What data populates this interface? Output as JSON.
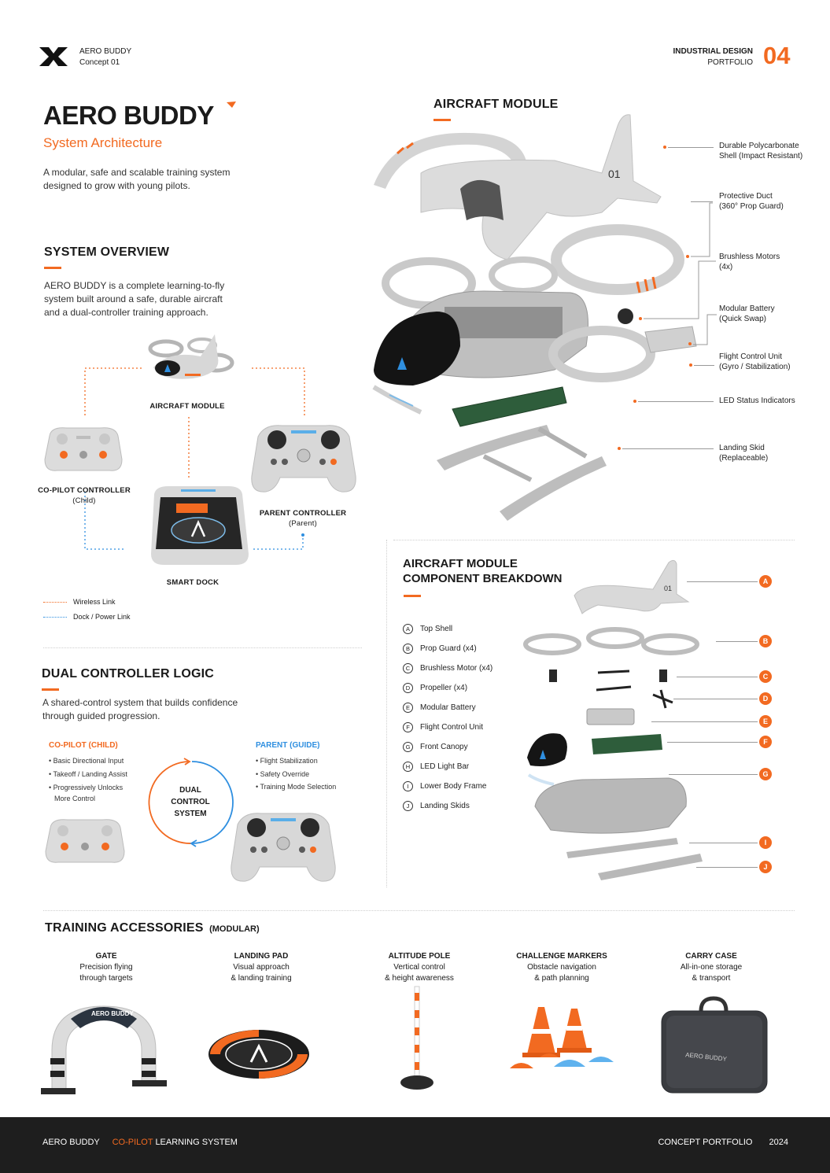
{
  "header": {
    "brand_line1": "AERO BUDDY",
    "brand_line2": "Concept 01",
    "portfolio_line1": "INDUSTRIAL DESIGN",
    "portfolio_line2": "PORTFOLIO",
    "page_number": "04"
  },
  "hero": {
    "title": "AERO BUDDY",
    "subtitle": "System Architecture",
    "description": "A modular, safe and scalable training system designed to grow with young pilots."
  },
  "system_overview": {
    "heading": "SYSTEM OVERVIEW",
    "description": "AERO BUDDY is a complete learning-to-fly system built around a safe, durable aircraft and a dual-controller training approach.",
    "aircraft_label": "AIRCRAFT MODULE",
    "copilot_label_1": "CO-PILOT CONTROLLER",
    "copilot_label_2": "(Child)",
    "parent_label_1": "PARENT CONTROLLER",
    "parent_label_2": "(Parent)",
    "dock_label": "SMART DOCK",
    "legend_wireless": "Wireless Link",
    "legend_dock": "Dock / Power Link"
  },
  "aircraft_module": {
    "heading": "AIRCRAFT MODULE",
    "tail_number": "01",
    "annotations": [
      {
        "line1": "Durable Polycarbonate",
        "line2": "Shell (Impact Resistant)"
      },
      {
        "line1": "Protective Duct",
        "line2": "(360° Prop Guard)"
      },
      {
        "line1": "Brushless Motors",
        "line2": "(4x)"
      },
      {
        "line1": "Modular Battery",
        "line2": "(Quick Swap)"
      },
      {
        "line1": "Flight Control Unit",
        "line2": "(Gyro / Stabilization)"
      },
      {
        "line1": "LED Status Indicators",
        "line2": ""
      },
      {
        "line1": "Landing Skid",
        "line2": "(Replaceable)"
      }
    ]
  },
  "dual_controller": {
    "heading": "DUAL CONTROLLER LOGIC",
    "description": "A shared-control system that builds confidence through guided progression.",
    "child_heading": "CO-PILOT (CHILD)",
    "child_bullets": [
      "Basic Directional Input",
      "Takeoff / Landing Assist",
      "Progressively Unlocks",
      "More Control"
    ],
    "parent_heading": "PARENT (GUIDE)",
    "parent_bullets": [
      "Flight Stabilization",
      "Safety Override",
      "Training Mode Selection"
    ],
    "center_1": "DUAL",
    "center_2": "CONTROL",
    "center_3": "SYSTEM"
  },
  "breakdown": {
    "heading_1": "AIRCRAFT MODULE",
    "heading_2": "COMPONENT BREAKDOWN",
    "items": [
      {
        "letter": "A",
        "name": "Top Shell"
      },
      {
        "letter": "B",
        "name": "Prop Guard (x4)"
      },
      {
        "letter": "C",
        "name": "Brushless Motor (x4)"
      },
      {
        "letter": "D",
        "name": "Propeller (x4)"
      },
      {
        "letter": "E",
        "name": "Modular Battery"
      },
      {
        "letter": "F",
        "name": "Flight Control Unit"
      },
      {
        "letter": "G",
        "name": "Front Canopy"
      },
      {
        "letter": "H",
        "name": "LED Light Bar"
      },
      {
        "letter": "I",
        "name": "Lower Body Frame"
      },
      {
        "letter": "J",
        "name": "Landing Skids"
      }
    ],
    "badges": [
      "A",
      "B",
      "C",
      "D",
      "E",
      "F",
      "G",
      "I",
      "J"
    ]
  },
  "accessories": {
    "heading": "TRAINING ACCESSORIES",
    "heading_suffix": "(MODULAR)",
    "items": [
      {
        "title": "GATE",
        "line1": "Precision flying",
        "line2": "through targets"
      },
      {
        "title": "LANDING PAD",
        "line1": "Visual approach",
        "line2": "& landing training"
      },
      {
        "title": "ALTITUDE POLE",
        "line1": "Vertical control",
        "line2": "& height awareness"
      },
      {
        "title": "CHALLENGE MARKERS",
        "line1": "Obstacle navigation",
        "line2": "& path planning"
      },
      {
        "title": "CARRY CASE",
        "line1": "All-in-one storage",
        "line2": "& transport"
      }
    ],
    "gate_print": "AERO BUDDY",
    "case_print": "AERO BUDDY"
  },
  "footer": {
    "brand": "AERO BUDDY",
    "highlight": "CO-PILOT",
    "rest": "LEARNING SYSTEM",
    "right_1": "CONCEPT PORTFOLIO",
    "right_2": "2024"
  },
  "colors": {
    "accent": "#f26a21",
    "accent_blue": "#2f8fe0",
    "footer_bg": "#1e1e1e"
  }
}
